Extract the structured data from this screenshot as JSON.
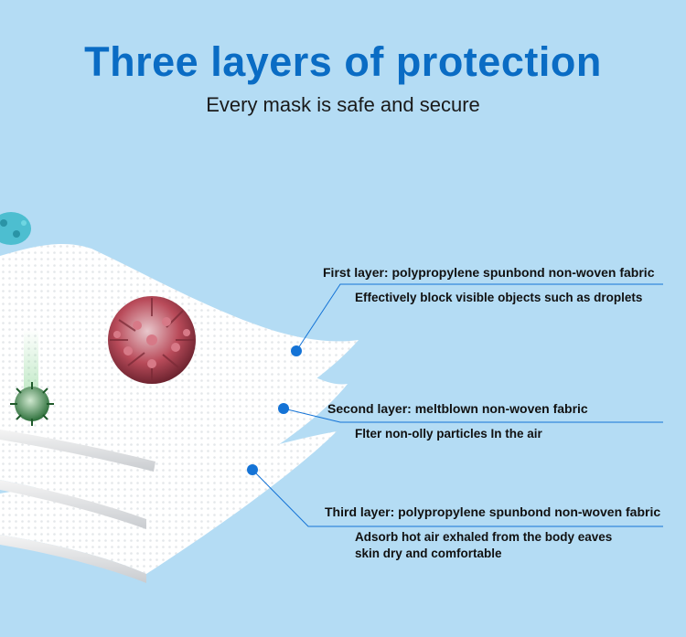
{
  "header": {
    "title": "Three layers of protection",
    "subtitle": "Every mask is safe and secure"
  },
  "layers": [
    {
      "name": "First layer: polypropylene spunbond non-woven fabric",
      "description": "Effectively block visible objects such as droplets"
    },
    {
      "name": "Second layer: meltblown non-woven fabric",
      "description": "Flter non-olly particles In the air"
    },
    {
      "name": "Third layer: polypropylene spunbond non-woven fabric",
      "description_lines": [
        "Adsorb hot air exhaled from the body eaves",
        "skin dry and comfortable"
      ]
    }
  ],
  "colors": {
    "background": "#b4dcf4",
    "accent": "#0a6cc4",
    "pointer": "#1473d6"
  },
  "icons": [
    "virus-large-red",
    "virus-small-green",
    "virus-teal"
  ]
}
